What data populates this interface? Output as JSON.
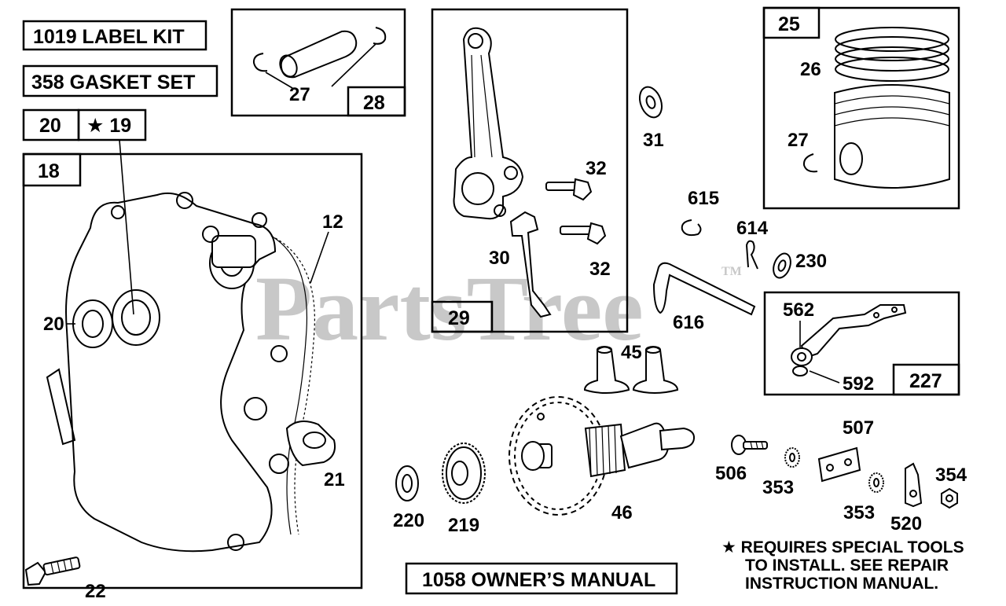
{
  "watermark": {
    "text": "PartsTree",
    "tm": "TM"
  },
  "header_boxes": {
    "label_kit": "1019 LABEL KIT",
    "gasket_set": "358 GASKET SET",
    "box_20": "20",
    "box_star_19": "★ 19"
  },
  "groups": {
    "crankcase_cover": {
      "ref": "18"
    },
    "piston_pin": {
      "ref": "28"
    },
    "connecting_rod": {
      "ref": "29"
    },
    "piston": {
      "ref": "25"
    },
    "governor_lever": {
      "ref": "227"
    }
  },
  "callouts": {
    "p12": "12",
    "p20": "20",
    "p21": "21",
    "p22": "22",
    "p27_pin": "27",
    "p26": "26",
    "p27_piston": "27",
    "p30": "30",
    "p32_top": "32",
    "p32_bottom": "32",
    "p31": "31",
    "p615": "615",
    "p614": "614",
    "p230": "230",
    "p616": "616",
    "p562": "562",
    "p592": "592",
    "p45": "45",
    "p46": "46",
    "p220": "220",
    "p219": "219",
    "p506": "506",
    "p507": "507",
    "p353_left": "353",
    "p353_right": "353",
    "p354": "354",
    "p520": "520"
  },
  "manual_box": "1058 OWNER’S MANUAL",
  "note": {
    "line1": "★ REQUIRES SPECIAL TOOLS",
    "line2": "TO INSTALL.  SEE REPAIR",
    "line3": "INSTRUCTION MANUAL."
  }
}
